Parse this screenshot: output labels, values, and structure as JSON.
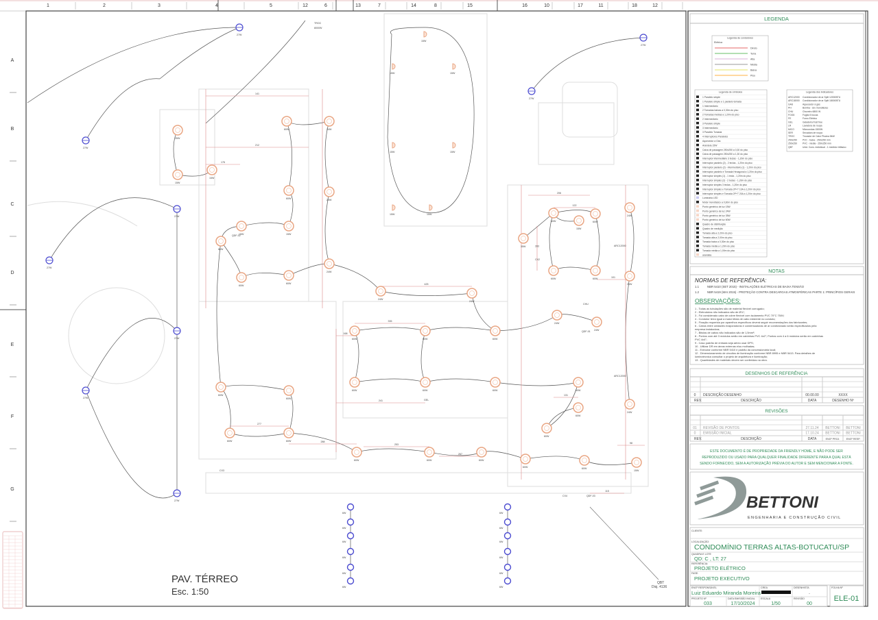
{
  "ruler": {
    "columns": [
      "1",
      "2",
      "3",
      "4",
      "5",
      "12",
      "6",
      "13",
      "7",
      "14",
      "8",
      "15",
      "16",
      "10",
      "17",
      "11",
      "18",
      "12"
    ],
    "rows": [
      "A",
      "B",
      "C",
      "D",
      "E",
      "F",
      "G"
    ]
  },
  "drawing": {
    "title": "PAV. TÉRREO",
    "scale": "Esc. 1:50",
    "qbt_label": "QBT",
    "qbt_sub": "Disj. 4136",
    "panel_labels": [
      "QDF-02",
      "QDF-03",
      "QDF-01",
      "CX2",
      "CX3",
      "CX4",
      "ARC12000",
      "ARC12000",
      "CHU",
      "GEL",
      "TROC",
      "8000W"
    ],
    "led_label": "27W",
    "led_small": "6W",
    "wall_light": "15W",
    "fixtures": [
      "60W",
      "24W",
      "35W",
      "15W",
      "15W",
      "60W",
      "24W",
      "15W",
      "15W",
      "60W",
      "60W",
      "60W",
      "24W",
      "24W",
      "24W",
      "60W",
      "60W",
      "60W",
      "24W",
      "24W",
      "60W",
      "60W",
      "60W",
      "60W",
      "60W",
      "60W",
      "60W",
      "60W",
      "60W",
      "60W",
      "60W",
      "60W",
      "60W",
      "15W",
      "60W",
      "60W",
      "15W",
      "24W",
      "60W",
      "60W",
      "24W",
      "35W",
      "24W",
      "60W",
      "60W"
    ],
    "dimensions": [
      "425",
      "335",
      "168",
      "241",
      "277",
      "288",
      "253",
      "267",
      "206",
      "122",
      "283",
      "101",
      "131",
      "141",
      "212",
      "115",
      "176",
      "98"
    ]
  },
  "legend": {
    "title": "LEGENDA",
    "conductors_title": "Legenda de condutores",
    "conductors_sub": "Elétrica",
    "conductors": [
      {
        "label": "Direto",
        "color": "#d33"
      },
      {
        "label": "Terra",
        "color": "#3a3"
      },
      {
        "label": "Alta",
        "color": "#c9c"
      },
      {
        "label": "Média",
        "color": "#777"
      },
      {
        "label": "Baixa",
        "color": "#dd3"
      },
      {
        "label": "Piso",
        "color": "#f90"
      }
    ],
    "symbols_title": "Legenda de símbolos",
    "symbols": [
      "1 Paralelo simple",
      "1 Paralelo simple e 1 paralelo tomada",
      "1 Intermediário",
      "2 Tomadas baixas a 0,30m do piso",
      "2 Tomadas médias a 1,20m do piso",
      "2 Intermediário",
      "3 Paralelo simple",
      "3 Intermediário",
      "3 Paralelo Tomada",
      "4 Interruptores Paralelos",
      "Aquecedor a Gás",
      "Arandela 15W",
      "Caixa de passagem 250x250 a 0,30 do piso",
      "Caixa de passagem 250x250 a 1,30 do piso",
      "Interruptor intermediário 3 teclas - 1,20m do piso",
      "Interruptor paralelo (2) - 2 teclas - 1,20m do piso",
      "Interruptor paralelo (2) - intermediário (1) - 1,20m do piso",
      "Interruptor paralelo e Tomada Hexagonal a 1,20m do piso",
      "Interruptor simples (1) - 1 tecla - 1,20m do piso",
      "Interruptor simples (2) - 2 teclas - 1,20m do piso",
      "Interruptor simples 3 teclas - 1,20m do piso",
      "Interruptor simples e Tomada 2P+T 10A a 1,20m do piso",
      "Interruptor simples e Tomada 2P+T 20A a 1,20m do piso",
      "Luminária LED",
      "Motor monofásico a 0,30m do piso",
      "Ponto genérico de luz 15W",
      "Ponto genérico de luz 24W",
      "Ponto genérico de luz 35W",
      "Ponto genérico de luz 60W",
      "Quadro de distribuição",
      "Quadro de medição",
      "Tomada alta a 2,20m do piso",
      "Tomada alta a 2,00m do piso",
      "Tomada baixa a 0,30m do piso",
      "Tomada média a 1,20m do piso",
      "Tomada média a 1,00m do piso",
      "arandela"
    ],
    "equipment_title": "Legenda dos indicadores",
    "equipment": [
      [
        "ARC12000",
        "Condicionador de ar Split 12000BTU"
      ],
      [
        "ARC18000",
        "Condicionador de ar Split 18000BTU"
      ],
      [
        "GAS",
        "Aquecedor à gás"
      ],
      [
        "PH",
        "Bomba - 3cv monofásico"
      ],
      [
        "CHU",
        "Chuveiro 6800 W"
      ],
      [
        "FOG5",
        "Fogão 5 bocas"
      ],
      [
        "FE",
        "Forno Elétrico"
      ],
      [
        "GEL",
        "Geladeira frost free"
      ],
      [
        "LR",
        "Lavadora de roupa"
      ],
      [
        "MICO",
        "Microondas 1500W"
      ],
      [
        "SER",
        "Secadora de roupa"
      ],
      [
        "TROC",
        "Trocador de Calor Piscina 8kW"
      ],
      [
        "250x250",
        "PVC - baixa - 250x250 mm"
      ],
      [
        "250x250",
        "PVC - média - 250x250 mm"
      ],
      [
        "QBT",
        "Unid. Cons. individual - 1 medidor trifásico"
      ]
    ]
  },
  "notes": {
    "title": "NOTAS",
    "norms_title": "NORMAS DE REFERÊNCIA:",
    "norms": [
      {
        "num": "1.1",
        "text": "NBR 5410 (SET 2015) - INSTALAÇÕES ELÉTRICAS DE BAIXA TENSÃO"
      },
      {
        "num": "1.2",
        "text": "NBR 5419 (MAI 2015) - PROTEÇÃO CONTRA DESCARGAS ATMOSFÉRICAS PARTE 1: PRINCÍPIOS GERAIS"
      }
    ],
    "obs_title": "OBSERVAÇÕES:",
    "obs": [
      "1 - Todas as tubulações são de material flexível corrugado;",
      "2 - Eletrodutos não indicados são de Ø¾\";",
      "3 - Foi considerado cabo de cobre flexível com isolamento PVC 70°C 750V;",
      "4 - Condutor terra igual a maior bitola de cabo existente no conduto;",
      "5 - Fixação requerida por aparelhos específicos deverá seguir recomendações dos fabricantes;",
      "6 - Cabos entre unidades evaporadoras e condensadoras de ar condicionado serão especificados pela",
      "empresa instaladora;",
      "7 - Bitolas de cabos não indicados são de 1,5mm²;",
      "8 - Pontos com até 3 módulos serão em caixinhas PVC 4x2\"; Pontos com 4 a 6 módulos serão em caixinhas",
      "PVC 4x4\";",
      "9 - Caso padrão de entrada seja aéreo usar DPS;",
      "10 - Utilizar DR em áreas externas e/ou molhadas;",
      "11 - Executar conforme NBR 5410 e padrão da concessionária local;",
      "12 - Dimensionamento de circuitos de iluminação conforme NBR 8995 e NBR 5413. Para detalhes de",
      "luminotécnica consultar o projeto de arquitetura e iluminação;",
      "13 - Quantidades de materiais devem ser conferidas na obra."
    ]
  },
  "reference_drawings": {
    "title": "DESENHOS DE REFERÊNCIA",
    "row": {
      "rev": "0",
      "desc": "DESCRIÇÃO DESENHO",
      "date": "00.00.00",
      "num": "XXXX"
    },
    "headers": {
      "rev": "REV.",
      "desc": "DESCRIÇÃO",
      "date": "DATA",
      "num": "DESENHO Nº"
    }
  },
  "revisions": {
    "title": "REVISÕES",
    "rows": [
      {
        "rev": "01",
        "desc": "REVISÃO DE PONTOS",
        "date": "27.11.24",
        "proj": "BETTONI",
        "resp": "BETTONI"
      },
      {
        "rev": "0",
        "desc": "EMISSÃO INICIAL",
        "date": "17.10.24",
        "proj": "BETTONI",
        "resp": "BETTONI"
      }
    ],
    "headers": {
      "rev": "REV.",
      "desc": "DESCRIÇÃO",
      "date": "DATA",
      "proj": "ENGº PROJ.",
      "resp": "ENGº RESP."
    }
  },
  "disclaimer": [
    "ESTE DOCUMENTO É DE PROPRIEDADE DA FRIENDLY HOME, E NÃO PODE SER",
    "REPRODUZIDO OU USADO PARA QUALQUER FINALIDADE DIFERENTE PARA A QUAL ESTÁ",
    "SENDO FORNECIDO, SEM A AUTORIZAÇÃO PRÉVIA DO AUTOR E SEM MENCIONAR A FONTE."
  ],
  "logo": {
    "name": "BETTONI",
    "tagline": "ENGENHARIA E CONSTRUÇÃO CIVIL"
  },
  "title_block": {
    "client_label": "CLIENTE:",
    "location_label": "LOCALIZAÇÃO:",
    "location": "CONDOMÍNIO TERRAS ALTAS-BOTUCATU/SP",
    "lot_label": "QUADRA E LOTE",
    "lot": "QD: C , LT: 27",
    "reference_label": "REFERÊNCIA:",
    "reference": "PROJETO ELÉTRICO",
    "phase_label": "FASE:",
    "phase": "PROJETO EXECUTIVO",
    "engineer_label": "ENGº RESPONSÁVEL",
    "engineer": "Luiz Eduardo Miranda Moreira",
    "crea_label": "CREA",
    "designer_label": "DESENHISTA",
    "designer": "-",
    "project_label": "PROJETO Nº",
    "project": "033",
    "date_label": "DATA EMISSÃO INICIAL",
    "date": "17/10/2024",
    "scale_label": "ESCALA",
    "scale": "1/50",
    "revision_label": "REVISÃO",
    "revision": "00",
    "sheet_label": "FOLHA Nº",
    "sheet": "ELE-01"
  }
}
